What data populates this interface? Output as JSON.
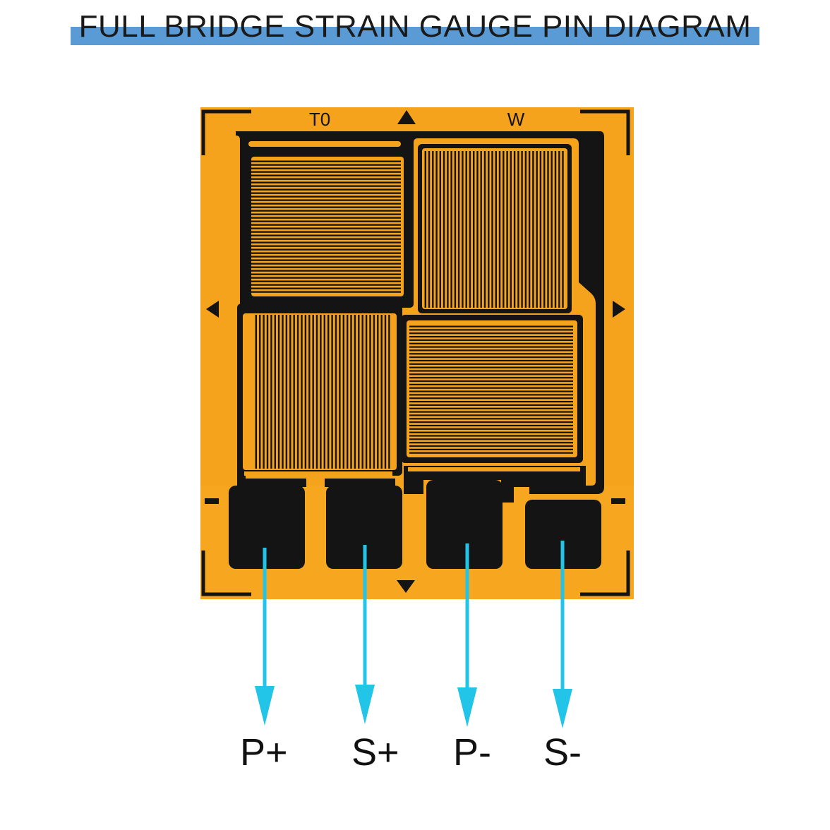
{
  "title": "FULL BRIDGE STRAIN GAUGE PIN DIAGRAM",
  "gauge": {
    "top_marks": [
      "T0",
      "W"
    ]
  },
  "pins": [
    "P+",
    "S+",
    "P-",
    "S-"
  ],
  "colors": {
    "title_bar": "#5b9bd5",
    "substrate": "#f5a21c",
    "copper": "#141414",
    "arrow": "#22c4e8"
  }
}
